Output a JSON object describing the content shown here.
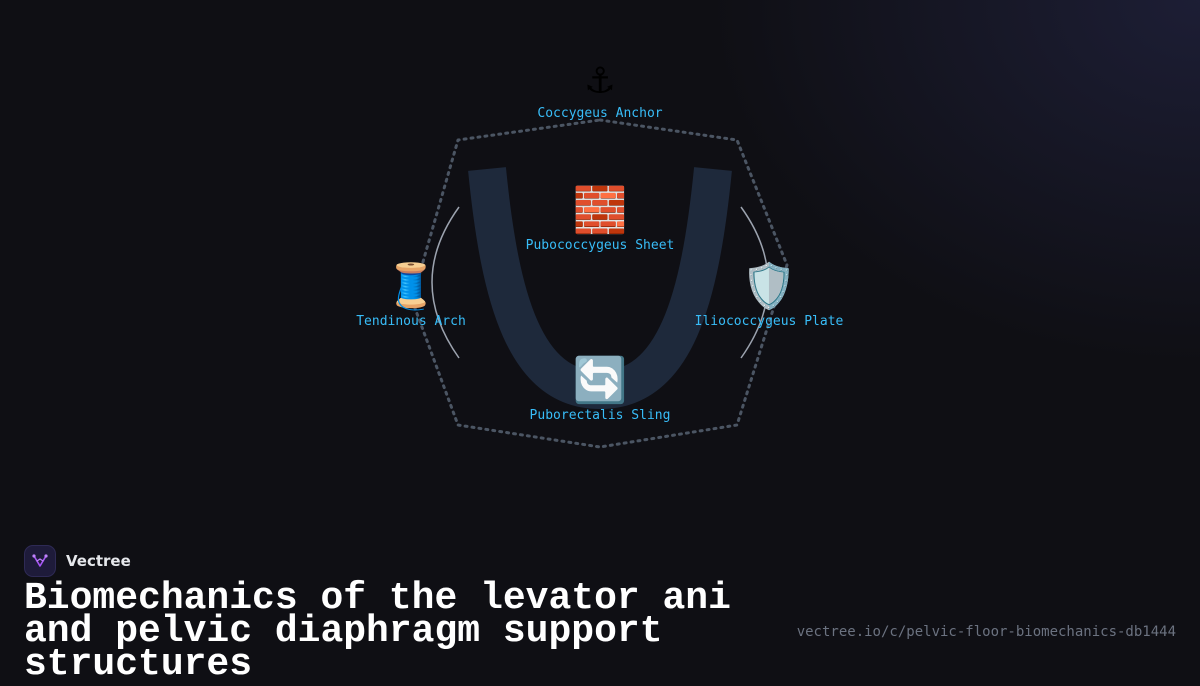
{
  "diagram": {
    "nodes": [
      {
        "id": "top",
        "emoji": "⚓",
        "icon": "anchor-icon",
        "label": "Coccygeus Anchor"
      },
      {
        "id": "center",
        "emoji": "🧱",
        "icon": "brick-icon",
        "label": "Pubococcygeus Sheet"
      },
      {
        "id": "left",
        "emoji": "🧵",
        "icon": "thread-spool-icon",
        "label": "Tendinous Arch"
      },
      {
        "id": "right",
        "emoji": "🛡️",
        "icon": "shield-icon",
        "label": "Iliococcygeus Plate"
      },
      {
        "id": "bottom",
        "emoji": "🔄",
        "icon": "cycle-arrows-icon",
        "label": "Puborectalis Sling"
      }
    ]
  },
  "brand": {
    "name": "Vectree",
    "logo_icon": "vectree-logo-icon"
  },
  "title": "Biomechanics of the levator ani and pelvic diaphragm support structures",
  "url": "vectree.io/c/pelvic-floor-biomechanics-db1444",
  "colors": {
    "background": "#0f0f14",
    "label": "#38bdf8",
    "u_shape": "#1e293b",
    "outline": "#4b5563",
    "title": "#ffffff",
    "url": "#6b7280"
  }
}
